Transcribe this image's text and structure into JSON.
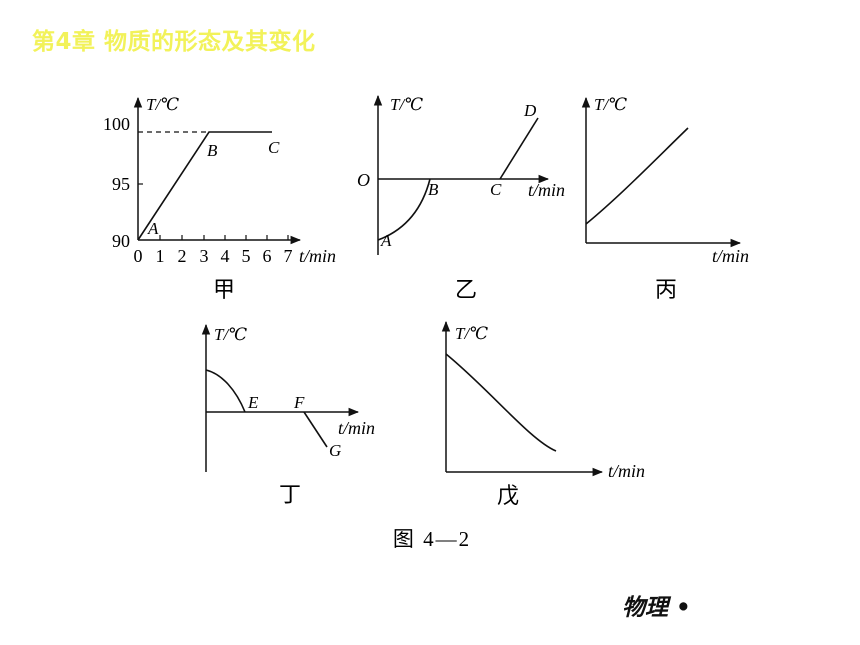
{
  "header": {
    "chapter_title": "第4章 物质的形态及其变化"
  },
  "figure": {
    "caption": "图 4—2",
    "y_axis_label": "T/℃",
    "x_axis_label": "t/min",
    "graphs": {
      "jia": {
        "name": "甲",
        "y_ticks": [
          "100",
          "95",
          "90"
        ],
        "x_ticks": [
          "0",
          "1",
          "2",
          "3",
          "4",
          "5",
          "6",
          "7"
        ],
        "points": {
          "A": "A",
          "B": "B",
          "C": "C"
        }
      },
      "yi": {
        "name": "乙",
        "points": {
          "O": "O",
          "A": "A",
          "B": "B",
          "C": "C",
          "D": "D"
        }
      },
      "bing": {
        "name": "丙"
      },
      "ding": {
        "name": "丁",
        "points": {
          "E": "E",
          "F": "F",
          "G": "G"
        }
      },
      "wu": {
        "name": "戊"
      }
    }
  },
  "footer": {
    "subject": "物理",
    "bullet": "•"
  }
}
